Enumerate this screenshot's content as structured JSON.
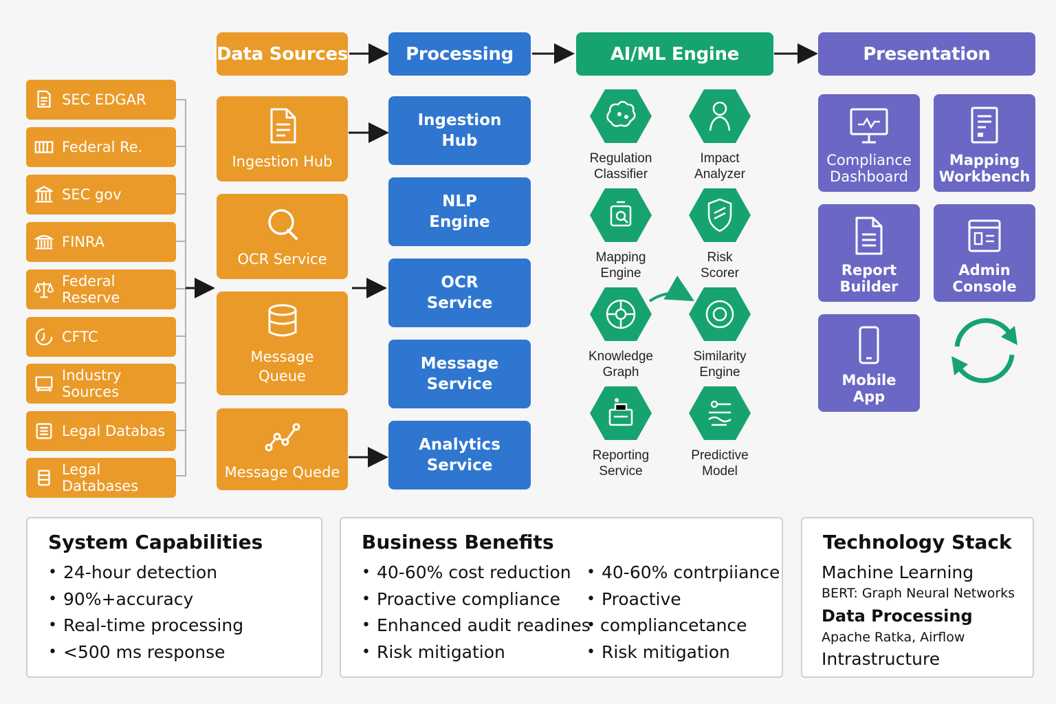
{
  "stages": {
    "data_sources": "Data Sources",
    "processing": "Processing",
    "ai_ml": "AI/ML Engine",
    "presentation": "Presentation"
  },
  "sources": [
    {
      "label": "SEC EDGAR",
      "icon": "document-icon"
    },
    {
      "label": "Federal Re.",
      "icon": "columns-icon"
    },
    {
      "label": "SEC gov",
      "icon": "building-icon"
    },
    {
      "label": "FINRA",
      "icon": "bank-icon"
    },
    {
      "label": "Federal\nReserve",
      "icon": "scales-icon"
    },
    {
      "label": "CFTC",
      "icon": "chart-circle-icon"
    },
    {
      "label": "Industry\nSources",
      "icon": "factory-icon"
    },
    {
      "label": "Legal Databas",
      "icon": "list-doc-icon"
    },
    {
      "label": "Legal\nDatabases",
      "icon": "database-icon"
    }
  ],
  "ingest": [
    {
      "label": "Ingestion Hub",
      "icon": "document-icon"
    },
    {
      "label": "OCR Service",
      "icon": "search-icon"
    },
    {
      "label": "Message\nQueue",
      "icon": "database-icon"
    },
    {
      "label": "Message Quede",
      "icon": "graph-icon"
    }
  ],
  "processing": [
    {
      "label": "Ingestion\nHub"
    },
    {
      "label": "NLP\nEngine"
    },
    {
      "label": "OCR\nService"
    },
    {
      "label": "Message\nService"
    },
    {
      "label": "Analytics\nService"
    }
  ],
  "ai_nodes": [
    {
      "label": "Regulation\nClassifier",
      "icon": "brain-icon"
    },
    {
      "label": "Impact\nAnalyzer",
      "icon": "person-icon"
    },
    {
      "label": "Mapping\nEngine",
      "icon": "robot-icon"
    },
    {
      "label": "Risk\nScorer",
      "icon": "shield-icon"
    },
    {
      "label": "Knowledge\nGraph",
      "icon": "network-icon"
    },
    {
      "label": "Similarity\nEngine",
      "icon": "target-icon"
    },
    {
      "label": "Reporting\nService",
      "icon": "report-icon"
    },
    {
      "label": "Predictive\nModel",
      "icon": "predict-icon"
    }
  ],
  "presentation": [
    {
      "label": "Compliance\nDashboard",
      "icon": "monitor-icon",
      "bold": false
    },
    {
      "label": "Mapping\nWorkbench",
      "icon": "doc-icon",
      "bold": true
    },
    {
      "label": "Report\nBuilder",
      "icon": "report-doc-icon",
      "bold": true
    },
    {
      "label": "Admin\nConsole",
      "icon": "console-icon",
      "bold": true
    },
    {
      "label": "Mobile\nApp",
      "icon": "phone-icon",
      "bold": true
    }
  ],
  "capabilities": {
    "title": "System Capabilities",
    "items": [
      "24-hour detection",
      "90%+accuracy",
      "Real-time processing",
      "<500 ms response"
    ]
  },
  "benefits": {
    "title": "Business Benefits",
    "col1": [
      "40-60% cost reduction",
      "Proactive compliance",
      "Enhanced audit readines",
      "Risk mitigation"
    ],
    "col2": [
      "40-60% contrpiiance",
      "Proactive",
      "compliancetance",
      "Risk mitigation"
    ]
  },
  "tech": {
    "title": "Technology Stack",
    "ml": "Machine Learning",
    "ml_detail": "BERT: Graph Neural Networks",
    "dp": "Data Processing",
    "dp_detail": "Apache Ratka, Airflow",
    "infra": "Intrastructure"
  },
  "colors": {
    "orange": "#ea9a28",
    "blue": "#2f76d0",
    "green": "#17a36f",
    "purple": "#6a68c4"
  }
}
